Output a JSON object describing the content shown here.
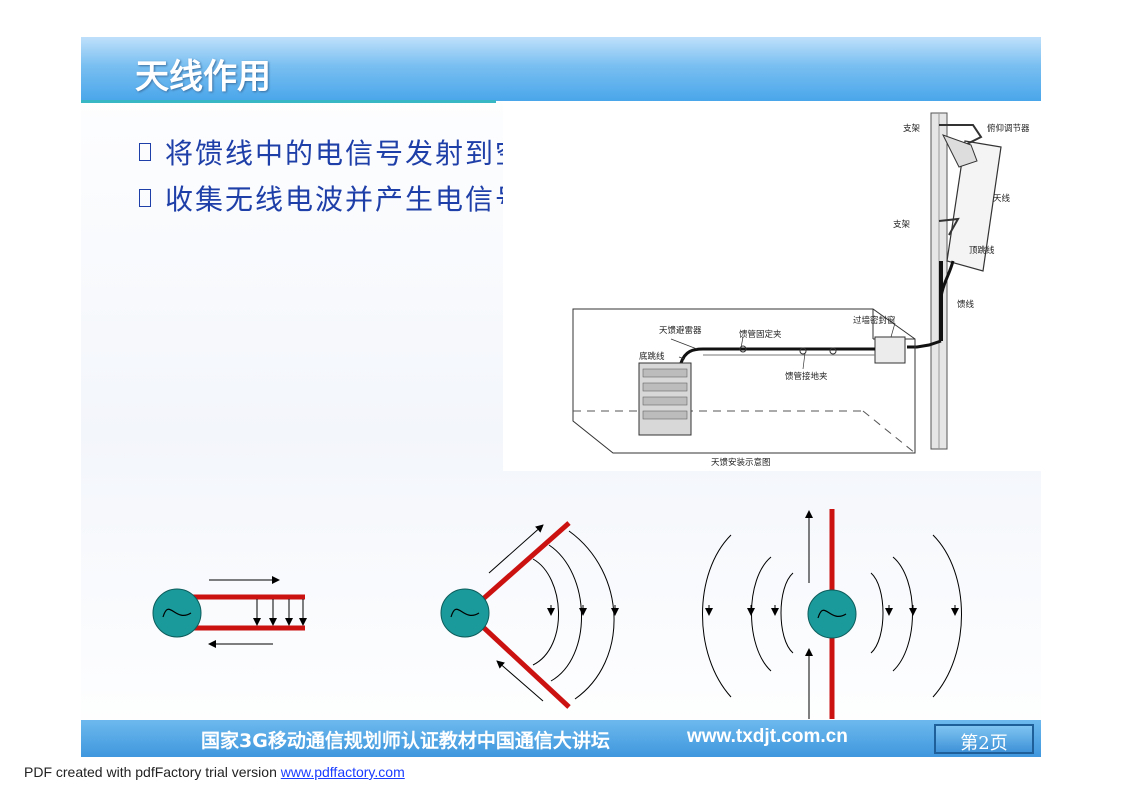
{
  "slide": {
    "title": "天线作用",
    "bullets": [
      {
        "text": "将馈线中的电信号发射到空间"
      },
      {
        "text": "收集无线电波并产生电信号"
      }
    ]
  },
  "install_diagram": {
    "caption": "天馈安装示意图",
    "labels": {
      "bracket_top": "支架",
      "tilt_adjuster": "俯仰调节器",
      "antenna": "天线",
      "bracket_bottom": "支架",
      "jumper_top": "顶跳线",
      "feeder": "馈线",
      "wall_seal": "过墙密封窗",
      "surge_protector": "天馈避雷器",
      "cable_clamp": "馈管固定夹",
      "jumper_bottom": "底跳线",
      "ground_clamp": "馈管接地夹"
    }
  },
  "footer": {
    "text": "国家3G移动通信规划师认证教材中国通信大讲坛",
    "site": "www.txdjt.com.cn",
    "page": "第2页"
  },
  "pdf_note": {
    "prefix": "PDF created with pdfFactory trial version ",
    "link": "www.pdffactory.com"
  },
  "colors": {
    "title_bar": "#4aa6ea",
    "bullet_text": "#1f3fa8",
    "conductor": "#cc1111",
    "source": "#1a9a9a"
  }
}
